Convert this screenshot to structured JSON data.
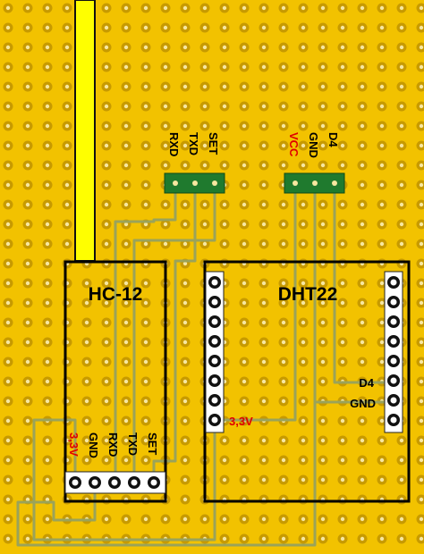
{
  "board": {
    "background_color": "#f2c200",
    "pad_color": "#c79a00",
    "hole_color": "#f7e7a0",
    "trace_color": "#9aa35a",
    "header_color": "#1f7a2e",
    "module_outline_color": "#000000",
    "antenna_color": "#ffff00"
  },
  "top_headers": {
    "left": {
      "pins": [
        "RXD",
        "TXD",
        "SET"
      ],
      "pin_colors": [
        "#000000",
        "#000000",
        "#000000"
      ]
    },
    "right": {
      "pins": [
        "VCC",
        "GND",
        "D4"
      ],
      "pin_colors": [
        "#e00000",
        "#000000",
        "#000000"
      ]
    }
  },
  "hc12": {
    "title": "HC-12",
    "pins": [
      "3,3V",
      "GND",
      "RXD",
      "TXD",
      "SET"
    ],
    "pin_colors": [
      "#e00000",
      "#000000",
      "#000000",
      "#000000",
      "#000000"
    ]
  },
  "dht22": {
    "title": "DHT22",
    "labels": {
      "d4": "D4",
      "gnd": "GND",
      "vcc": "3,3V"
    },
    "vcc_color": "#e00000"
  }
}
